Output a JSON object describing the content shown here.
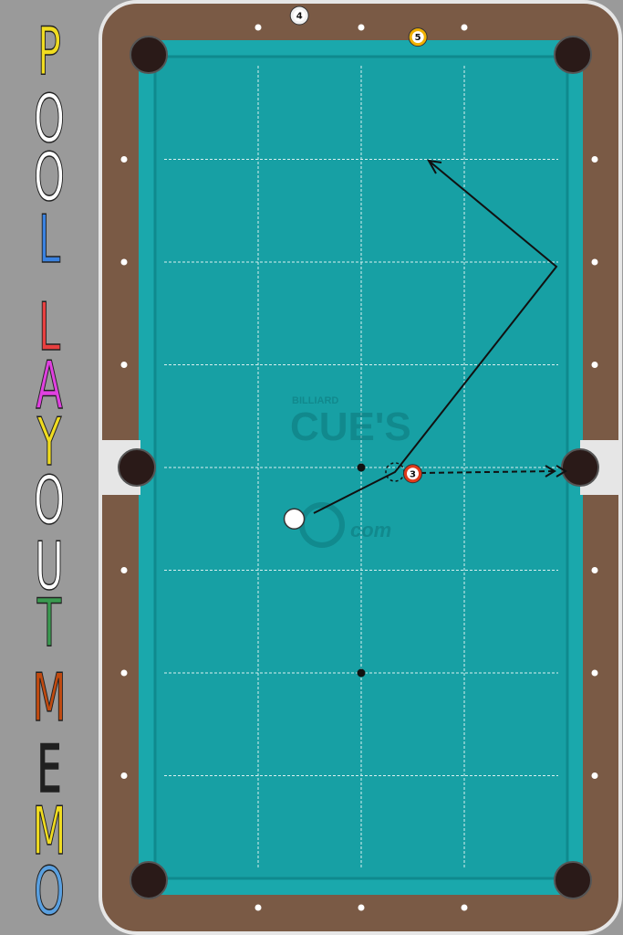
{
  "app": {
    "title_letters": [
      "P",
      "O",
      "O",
      "L",
      "L",
      "A",
      "Y",
      "O",
      "U",
      "T",
      "M",
      "E",
      "M",
      "O"
    ],
    "title_colors": [
      "#f0dc20",
      "#ffffff",
      "#ffffff",
      "#3a82e0",
      "#e84040",
      "#e040e0",
      "#f0dc20",
      "#ffffff",
      "#ffffff",
      "#3a9a50",
      "#c04a10",
      "#202020",
      "#f0dc20",
      "#5aa0e0",
      "#ffffff"
    ]
  },
  "table": {
    "felt_color": "#17a0a4",
    "rail_color": "#7a5a45",
    "cushion_color": "#1aa8ac",
    "diamond_color": "#ffffff"
  },
  "watermark": {
    "line1": "BILLIARD",
    "line2": "CUE'S",
    "line3": "com"
  },
  "balls": [
    {
      "id": "cue",
      "label": "",
      "color": "#ffffff",
      "col": 1.35,
      "row": 4.5
    },
    {
      "id": "3",
      "label": "3",
      "color": "#e03a1a",
      "col": 2.5,
      "row": 4.06
    },
    {
      "id": "4",
      "label": "4",
      "color": "#f0f0f0",
      "col": 1.4,
      "row": -0.4
    },
    {
      "id": "5",
      "label": "5",
      "color": "#f0b000",
      "col": 2.55,
      "row": -0.19
    }
  ],
  "spots": [
    {
      "id": "center-spot",
      "col": 2,
      "row": 4
    },
    {
      "id": "foot-spot",
      "col": 2,
      "row": 6
    }
  ]
}
